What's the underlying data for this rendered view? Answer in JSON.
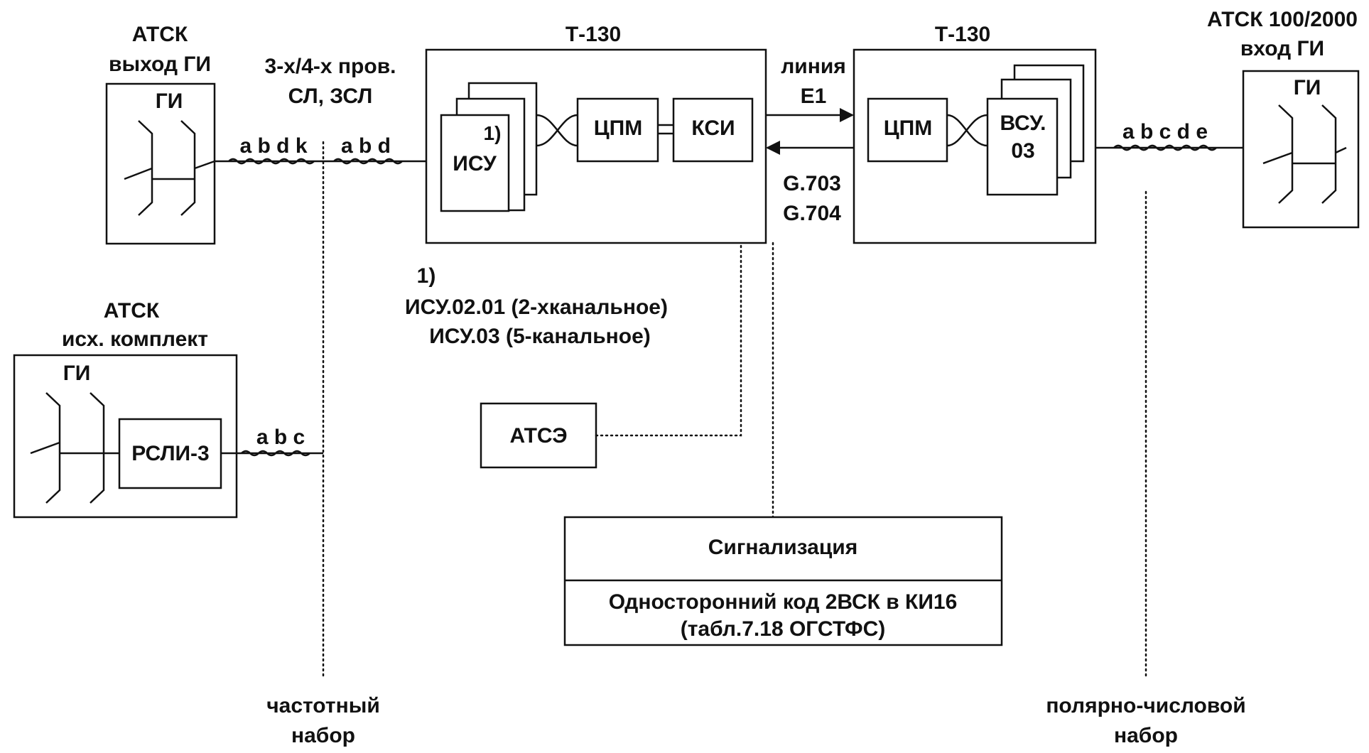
{
  "left_top_station": {
    "title_line1": "АТСК",
    "title_line2": "выход ГИ",
    "inner": "ГИ"
  },
  "left_bottom_station": {
    "title_line1": "АТСК",
    "title_line2": "исх. комплект",
    "inner": "ГИ",
    "relay": "РСЛИ-3"
  },
  "right_station": {
    "title_line1": "АТСК 100/2000",
    "title_line2": "вход ГИ",
    "inner": "ГИ"
  },
  "line_types": {
    "line1": "3-х/4-х пров.",
    "line2": "СЛ, ЗСЛ"
  },
  "wires": {
    "left_out": "a b d k",
    "left_in": "a b d",
    "relay_out": "a b c",
    "right": "a b c d e"
  },
  "t130_left": {
    "title": "Т-130",
    "isu_note": "1)",
    "isu": "ИСУ",
    "cpm": "ЦПМ",
    "ksi": "КСИ"
  },
  "t130_right": {
    "title": "Т-130",
    "cpm": "ЦПМ",
    "vsu_line1": "ВСУ.",
    "vsu_line2": "03"
  },
  "link": {
    "line1": "линия",
    "line2": "Е1",
    "std1": "G.703",
    "std2": "G.704"
  },
  "footnote": {
    "mark": "1)",
    "line1": "ИСУ.02.01 (2-хканальное)",
    "line2": "ИСУ.03 (5-канальное)"
  },
  "atse": "АТСЭ",
  "signaling": {
    "header": "Сигнализация",
    "line1": "Односторонний код 2ВСК в КИ16",
    "line2": "(табл.7.18 ОГСТФС)"
  },
  "dialing_left": {
    "line1": "частотный",
    "line2": "набор"
  },
  "dialing_right": {
    "line1": "полярно-числовой",
    "line2": "набор"
  }
}
